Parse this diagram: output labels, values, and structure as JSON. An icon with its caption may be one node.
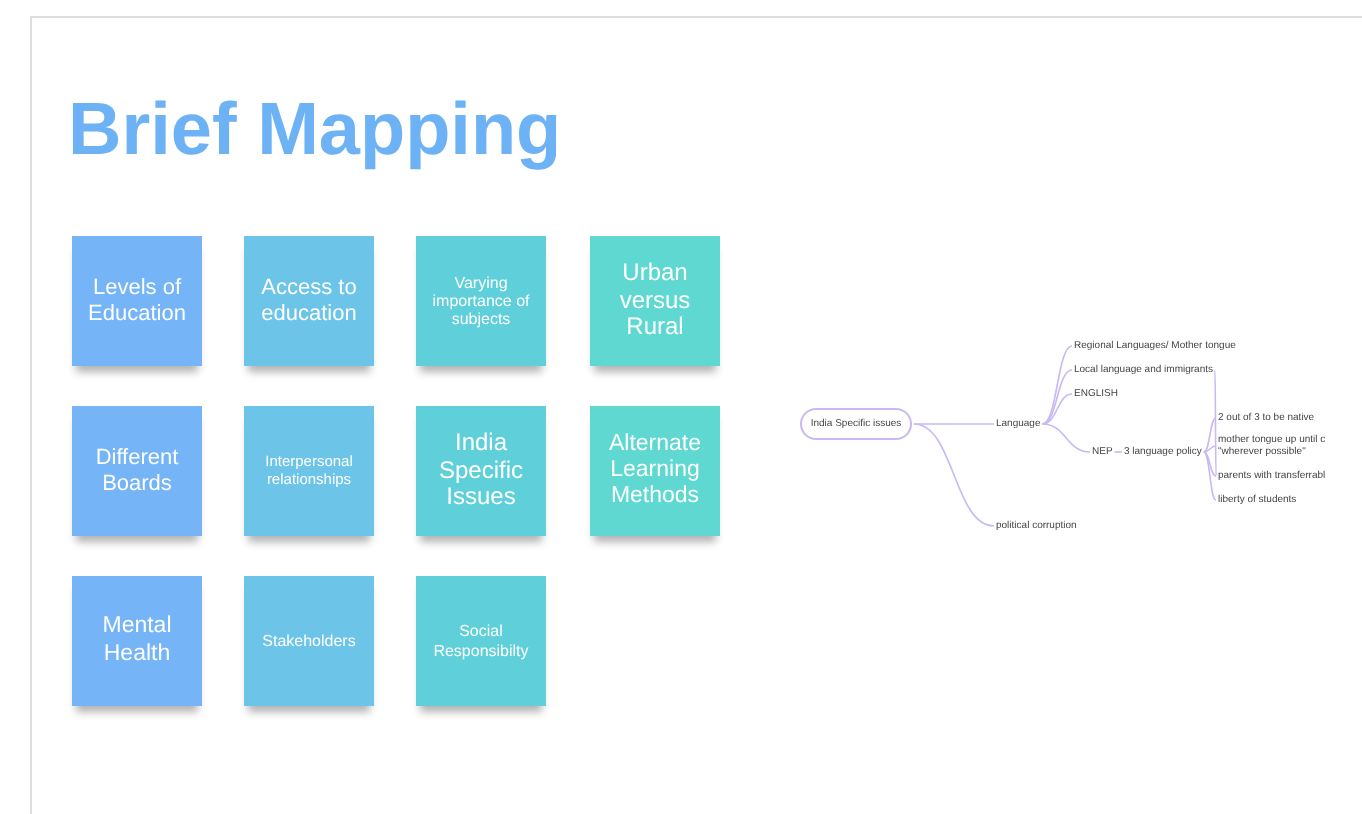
{
  "diagram": {
    "title": "Brief Mapping",
    "nodes": [
      {
        "text": [
          "Levels of Education"
        ]
      },
      {
        "text": [
          "Access to education"
        ]
      },
      {
        "text": [
          "Varying importance of subjects"
        ]
      },
      {
        "text": [
          "Urban versus Rural"
        ]
      },
      {
        "text": [
          "Different Boards"
        ]
      },
      {
        "text": [
          "Interpersonal relationships"
        ]
      },
      {
        "text": [
          "India Specific Issues"
        ]
      },
      {
        "text": [
          "Alternate Learning Methods"
        ]
      },
      {
        "text": [
          "Mental Health"
        ]
      },
      {
        "text": [
          "Stakeholders"
        ]
      },
      {
        "text": [
          "Social Responsibilty"
        ]
      },
      {
        "text": [
          "India Specific issues"
        ]
      },
      {
        "text": [
          "Language"
        ]
      },
      {
        "text": [
          "political corruption"
        ]
      },
      {
        "text": [
          "Regional Languages/ Mother tongue"
        ]
      },
      {
        "text": [
          "Local language and immigrants"
        ]
      },
      {
        "text": [
          "ENGLISH"
        ]
      },
      {
        "text": [
          "NEP"
        ]
      },
      {
        "text": [
          "3 language policy"
        ]
      },
      {
        "text": [
          "2 out of 3 to be native"
        ]
      },
      {
        "text": [
          "mother tongue up until c \"wherever possible\""
        ]
      },
      {
        "text": [
          "parents with transferrabl"
        ]
      },
      {
        "text": [
          "liberty of students"
        ]
      }
    ],
    "edges": [
      {
        "from": 11,
        "to": 12,
        "arrow": "none"
      },
      {
        "from": 11,
        "to": 13,
        "arrow": "none"
      },
      {
        "from": 12,
        "to": 14,
        "arrow": "none"
      },
      {
        "from": 12,
        "to": 15,
        "arrow": "none"
      },
      {
        "from": 12,
        "to": 16,
        "arrow": "none"
      },
      {
        "from": 12,
        "to": 17,
        "arrow": "none"
      },
      {
        "from": 17,
        "to": 18,
        "arrow": "none"
      },
      {
        "from": 18,
        "to": 19,
        "arrow": "none"
      },
      {
        "from": 18,
        "to": 20,
        "arrow": "none"
      },
      {
        "from": 18,
        "to": 21,
        "arrow": "none"
      },
      {
        "from": 18,
        "to": 22,
        "arrow": "none"
      },
      {
        "from": 15,
        "to": 21,
        "arrow": "none"
      }
    ]
  }
}
